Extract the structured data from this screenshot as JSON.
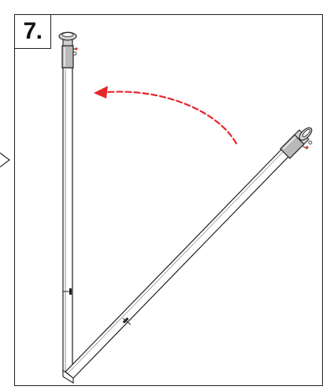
{
  "step": {
    "number_label": "7."
  },
  "colors": {
    "outline": "#1f1f1f",
    "pole_fill": "#ffffff",
    "sleeve_fill": "#b9b9b9",
    "cap_fill": "#cfcfcf",
    "arrow": "#e8262a",
    "pin_marker": "#e8262a"
  },
  "icons": {
    "motion": "dashed-curved-arrow",
    "side_marker": "chevron-right-outline"
  }
}
